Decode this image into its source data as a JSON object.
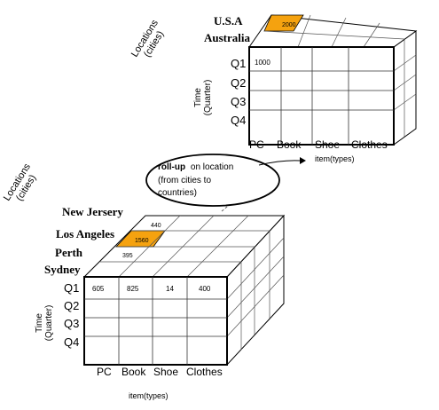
{
  "top_cube": {
    "location_axis_label": [
      "Locations",
      "(cities)"
    ],
    "locations": [
      "U.S.A",
      "Australia"
    ],
    "time_axis_label": [
      "Time",
      "(Quarter)"
    ],
    "quarters": [
      "Q1",
      "Q2",
      "Q3",
      "Q4"
    ],
    "items": [
      "PC",
      "Book",
      "Shoe",
      "Clothes"
    ],
    "item_axis_label": "item(types)",
    "cell_q1_pc": "1000",
    "highlight_value": "2000",
    "highlight_color": "#f5a20f"
  },
  "rollup": {
    "bold": "roll-up",
    "rest": "on location",
    "line2": "(from cities to",
    "line3": "countries)"
  },
  "bottom_cube": {
    "location_axis_label": [
      "Locations",
      "(cities)"
    ],
    "cities": [
      "New Jersery",
      "Los Angeles",
      "Perth",
      "Sydney"
    ],
    "time_axis_label": [
      "Time",
      "(Quarter)"
    ],
    "quarters": [
      "Q1",
      "Q2",
      "Q3",
      "Q4"
    ],
    "items": [
      "PC",
      "Book",
      "Shoe",
      "Clothes"
    ],
    "item_axis_label": "item(types)",
    "q1_values": [
      "605",
      "825",
      "14",
      "400"
    ],
    "back_values": [
      "440",
      "1560",
      "395"
    ],
    "highlight_color": "#f5a20f"
  }
}
